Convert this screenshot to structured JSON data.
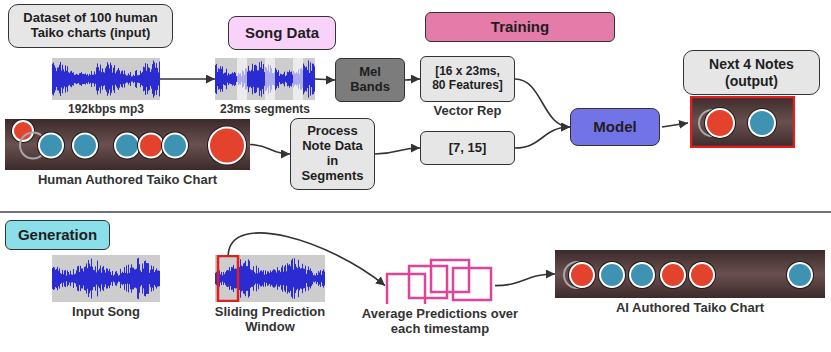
{
  "diagram": {
    "nodes": [
      {
        "text": [
          "Dataset of 100 human Taiko charts (input)"
        ]
      },
      {
        "text": [
          "Song Data"
        ]
      },
      {
        "text": [
          "Training"
        ]
      },
      {
        "text": [
          "192kbps mp3"
        ]
      },
      {
        "text": [
          "23ms segments"
        ]
      },
      {
        "text": [
          "Mel Bands"
        ]
      },
      {
        "text": [
          "[16 x 23ms, 80 Features]",
          "Vector Rep"
        ]
      },
      {
        "text": [
          "Next 4 Notes (output)"
        ]
      },
      {
        "text": [
          "Human Authored Taiko Chart"
        ]
      },
      {
        "text": [
          "Process Note Data in Segments"
        ]
      },
      {
        "text": [
          "[7, 15]"
        ]
      },
      {
        "text": [
          "Model"
        ]
      },
      {
        "text": [
          "Generation"
        ]
      },
      {
        "text": [
          "Input Song"
        ]
      },
      {
        "text": [
          "Sliding Prediction Window"
        ]
      },
      {
        "text": [
          "Average Predictions over each timestamp"
        ]
      },
      {
        "text": [
          "AI Authored Taiko Chart"
        ]
      }
    ],
    "edges": [
      {
        "from": 3,
        "to": 4,
        "arrow": "to"
      },
      {
        "from": 4,
        "to": 5,
        "arrow": "to"
      },
      {
        "from": 5,
        "to": 6,
        "arrow": "to"
      },
      {
        "from": 8,
        "to": 9,
        "arrow": "to"
      },
      {
        "from": 9,
        "to": 10,
        "arrow": "to"
      },
      {
        "from": 6,
        "to": 11,
        "arrow": "to"
      },
      {
        "from": 10,
        "to": 11,
        "arrow": "to"
      },
      {
        "from": 14,
        "to": 15,
        "arrow": "to"
      },
      {
        "from": 15,
        "to": 16,
        "arrow": "to"
      }
    ]
  }
}
